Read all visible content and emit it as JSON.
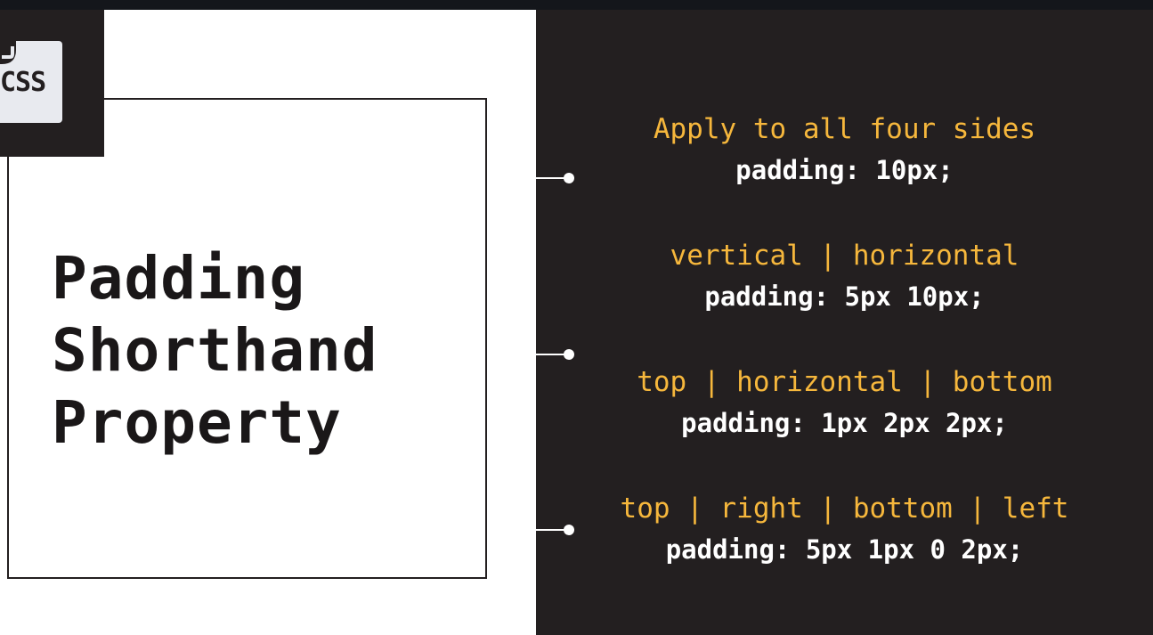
{
  "logo": {
    "label": "CSS"
  },
  "title": {
    "lines": [
      "Padding",
      "Shorthand",
      "Property"
    ]
  },
  "rules": [
    {
      "label": "Apply to all four sides",
      "code": "padding: 10px;"
    },
    {
      "label": "vertical | horizontal",
      "code": "padding: 5px 10px;"
    },
    {
      "label": "top | horizontal | bottom",
      "code": "padding: 1px 2px 2px;"
    },
    {
      "label": "top | right | bottom | left",
      "code": "padding: 5px 1px 0 2px;"
    }
  ],
  "colors": {
    "dark_background": "#231f20",
    "label_accent": "#f6b73c",
    "code_text": "#ffffff",
    "title_text": "#1a1718"
  }
}
